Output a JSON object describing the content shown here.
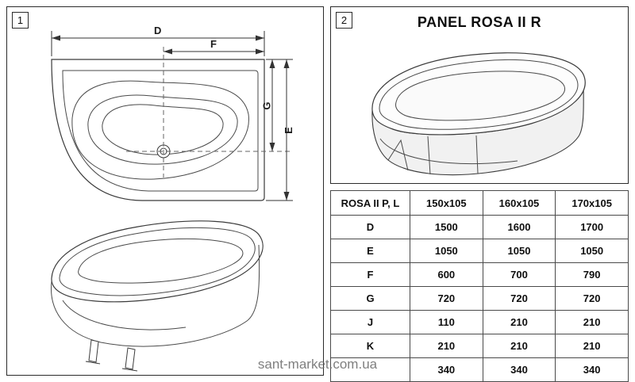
{
  "watermark": "sant-market.com.ua",
  "panel1": {
    "number": "1",
    "dims": {
      "D": "D",
      "E": "E",
      "F": "F",
      "G": "G"
    }
  },
  "panel2": {
    "number": "2",
    "title": "PANEL ROSA II R"
  },
  "table": {
    "header": [
      "ROSA II  P, L",
      "150x105",
      "160x105",
      "170x105"
    ],
    "rows": [
      {
        "label": "D",
        "values": [
          "1500",
          "1600",
          "1700"
        ]
      },
      {
        "label": "E",
        "values": [
          "1050",
          "1050",
          "1050"
        ]
      },
      {
        "label": "F",
        "values": [
          "600",
          "700",
          "790"
        ]
      },
      {
        "label": "G",
        "values": [
          "720",
          "720",
          "720"
        ]
      },
      {
        "label": "J",
        "values": [
          "110",
          "210",
          "210"
        ]
      },
      {
        "label": "K",
        "values": [
          "210",
          "210",
          "210"
        ]
      },
      {
        "label": "",
        "values": [
          "340",
          "340",
          "340"
        ]
      }
    ]
  }
}
